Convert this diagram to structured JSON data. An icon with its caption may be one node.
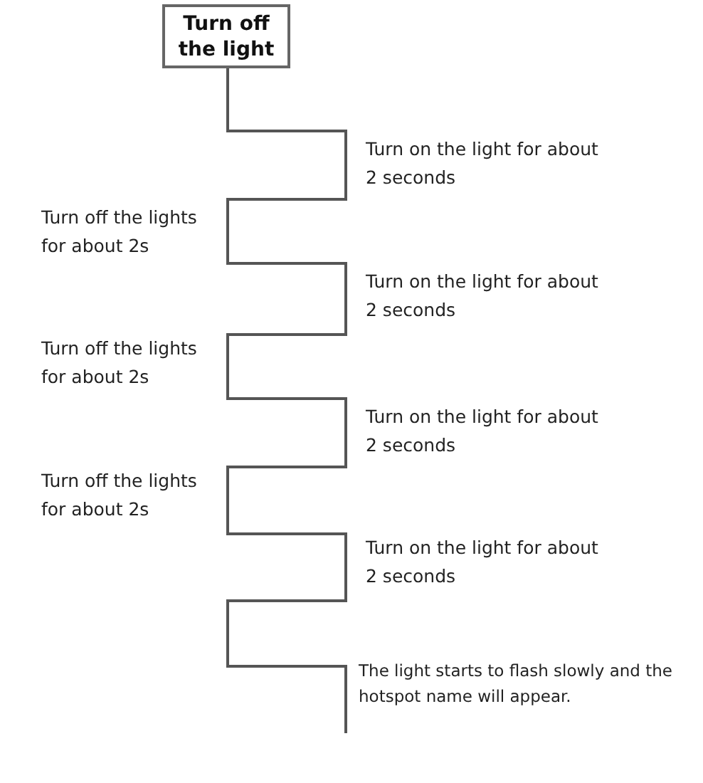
{
  "diagram": {
    "nodes": [
      {
        "text": [
          "Turn off the light"
        ]
      }
    ],
    "labels": [
      "Turn on the light for about 2 seconds",
      "Turn off the lights for about 2s",
      "Turn on the light for about 2 seconds",
      "Turn off the lights for about 2s",
      "Turn on the light for about 2 seconds",
      "Turn off the lights for about 2s",
      "Turn on the light for about 2 seconds",
      "The light starts to flash slowly and the hotspot name will appear."
    ]
  }
}
